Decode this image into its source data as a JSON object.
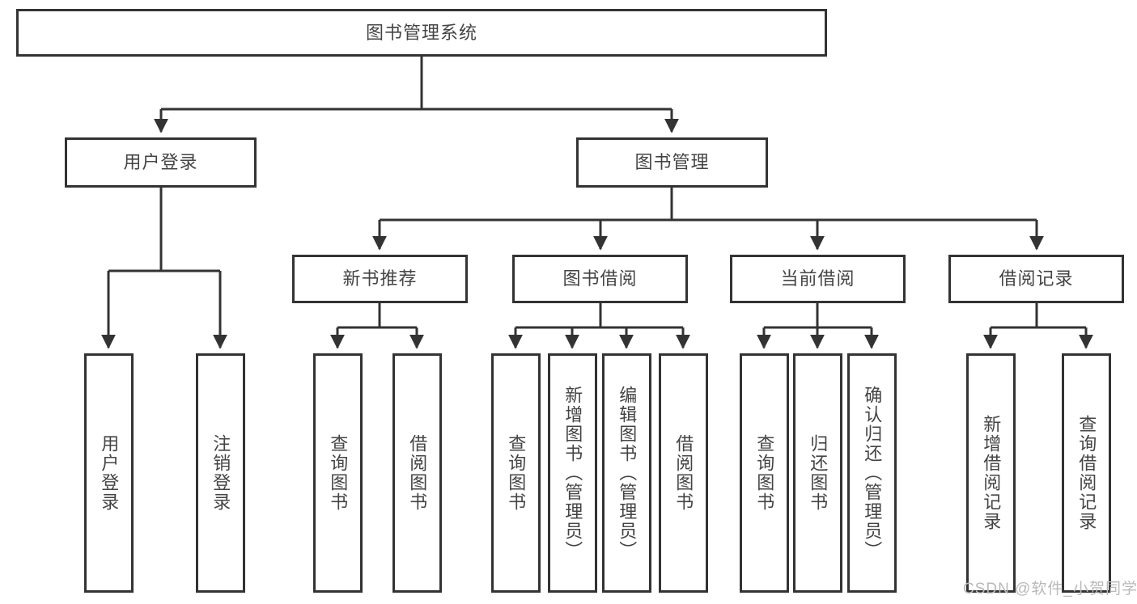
{
  "diagram": {
    "type": "tree",
    "title": "图书管理系统",
    "root": {
      "id": "root",
      "label": "图书管理系统"
    },
    "level2": [
      {
        "id": "user-login",
        "label": "用户登录"
      },
      {
        "id": "book-manage",
        "label": "图书管理"
      }
    ],
    "level3": [
      {
        "id": "new-book-rec",
        "label": "新书推荐",
        "parent": "book-manage"
      },
      {
        "id": "book-borrow",
        "label": "图书借阅",
        "parent": "book-manage"
      },
      {
        "id": "current-borrow",
        "label": "当前借阅",
        "parent": "book-manage"
      },
      {
        "id": "borrow-record",
        "label": "借阅记录",
        "parent": "book-manage"
      }
    ],
    "leaves": [
      {
        "id": "leaf-user-login",
        "label": "用户登录",
        "parent": "user-login"
      },
      {
        "id": "leaf-logout",
        "label": "注销登录",
        "parent": "user-login"
      },
      {
        "id": "leaf-query-book-1",
        "label": "查询图书",
        "parent": "new-book-rec"
      },
      {
        "id": "leaf-borrow-book-1",
        "label": "借阅图书",
        "parent": "new-book-rec"
      },
      {
        "id": "leaf-query-book-2",
        "label": "查询图书",
        "parent": "book-borrow"
      },
      {
        "id": "leaf-add-book",
        "label": "新增图书（管理员）",
        "parent": "book-borrow"
      },
      {
        "id": "leaf-edit-book",
        "label": "编辑图书（管理员）",
        "parent": "book-borrow"
      },
      {
        "id": "leaf-borrow-book-2",
        "label": "借阅图书",
        "parent": "book-borrow"
      },
      {
        "id": "leaf-query-book-3",
        "label": "查询图书",
        "parent": "current-borrow"
      },
      {
        "id": "leaf-return-book",
        "label": "归还图书",
        "parent": "current-borrow"
      },
      {
        "id": "leaf-confirm-return",
        "label": "确认归还（管理员）",
        "parent": "current-borrow"
      },
      {
        "id": "leaf-add-record",
        "label": "新增借阅记录",
        "parent": "borrow-record"
      },
      {
        "id": "leaf-query-record",
        "label": "查询借阅记录",
        "parent": "borrow-record"
      }
    ]
  },
  "watermark": {
    "text": "CSDN @软件_小贺同学"
  },
  "colors": {
    "stroke": "#333333",
    "text": "#444444",
    "background": "#ffffff",
    "watermark": "#b9b9b9"
  }
}
